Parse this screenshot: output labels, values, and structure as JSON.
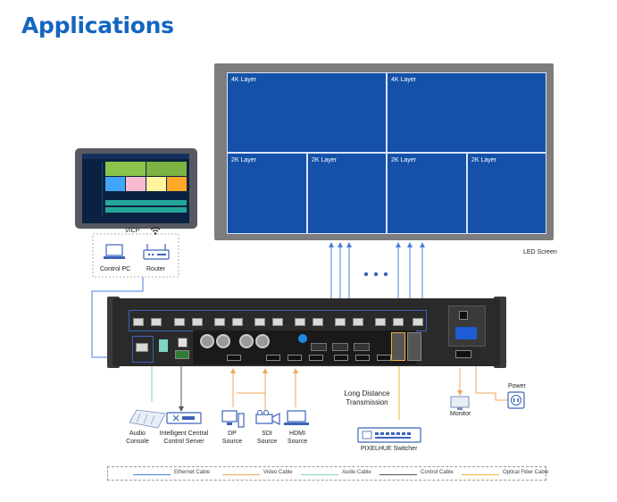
{
  "title": "Applications",
  "screen": {
    "label": "LED Screen",
    "layers": [
      "4K Layer",
      "4K Layer",
      "2K Layer",
      "2K Layer",
      "2K Layer",
      "2K Layer"
    ]
  },
  "vicp": {
    "label": "VICP",
    "control_pc": "Control PC",
    "router": "Router"
  },
  "sources": {
    "dp": "DP\nSource",
    "sdi": "SDI\nSource",
    "hdmi": "HDMI\nSource"
  },
  "control": {
    "audio_console": "Audio\nConsole",
    "central_server": "Intelligent Central\nControl Server"
  },
  "transmission": "Long Distance\nTransmission",
  "switcher": "PIXELHUE Switcher",
  "monitor": "Monitor",
  "power": "Power",
  "legend": {
    "ethernet": "Ethernet Cable",
    "video": "Video Cable",
    "audio": "Audio Cable",
    "control": "Control Cable",
    "fiber": "Optical Fiber Cable"
  },
  "colors": {
    "title": "#1565c0",
    "ethernet": "#4a7fd8",
    "video": "#f0a65a",
    "audio": "#7fd4c2",
    "control": "#555555",
    "fiber": "#f0b33a",
    "screen": "#1551a8"
  },
  "icons": [
    "tablet-icon",
    "wifi-icon",
    "laptop-icon",
    "router-icon",
    "pc-icon",
    "camera-icon",
    "monitor-icon",
    "power-outlet-icon",
    "mixer-icon",
    "server-icon",
    "switcher-icon"
  ]
}
